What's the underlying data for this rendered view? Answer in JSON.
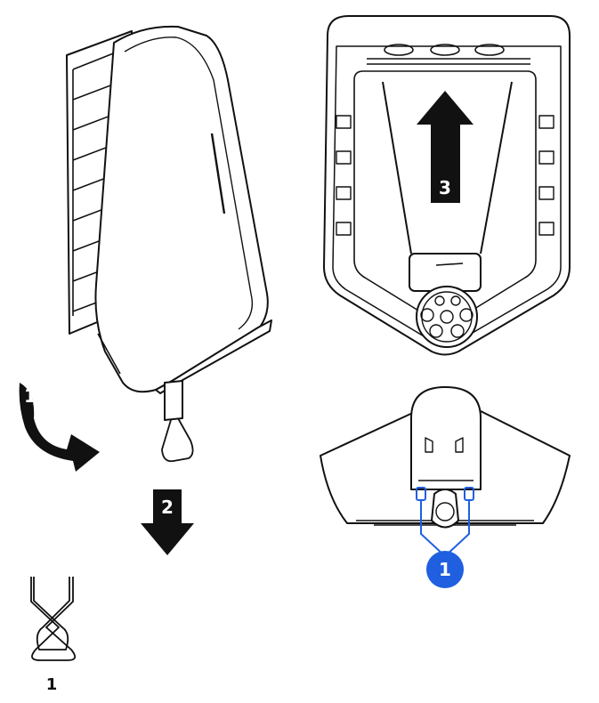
{
  "step_labels": {
    "step1": "1",
    "step2": "2",
    "step3": "3"
  },
  "callout": {
    "number": "1",
    "color": "#1f5fe0"
  },
  "part_legend": {
    "number": "1"
  },
  "colors": {
    "line": "#111111",
    "arrow": "#111111",
    "callout_line": "#1f5fe0"
  }
}
